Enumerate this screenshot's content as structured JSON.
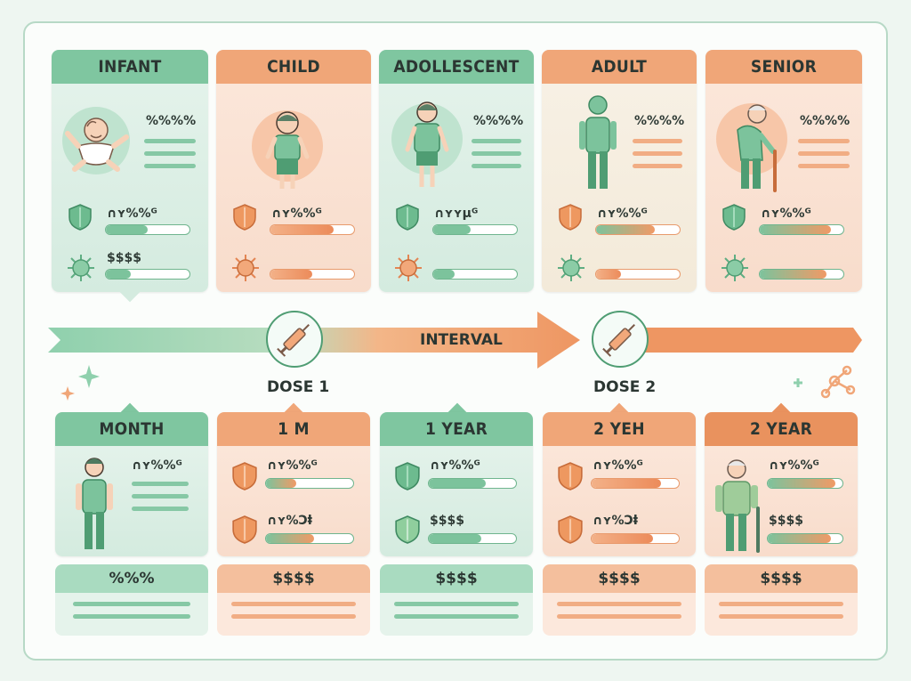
{
  "top_cards": [
    {
      "title": "INFANT",
      "heading": "%%%%",
      "row1_label": "∩ʏ%%ᴳ",
      "row2_label": "$$$$",
      "bar1": 0.5,
      "bar2": 0.3
    },
    {
      "title": "CHILD",
      "heading": "",
      "row1_label": "∩ʏ%%ᴳ",
      "row2_label": "",
      "bar1": 0.75,
      "bar2": 0.5
    },
    {
      "title": "ADOLLESCENT",
      "heading": "%%%%",
      "row1_label": "∩ʏʏµᴳ",
      "row2_label": "",
      "bar1": 0.45,
      "bar2": 0.25
    },
    {
      "title": "ADULT",
      "heading": "%%%%",
      "row1_label": "∩ʏ%%ᴳ",
      "row2_label": "",
      "bar1": 0.7,
      "bar2": 0.3
    },
    {
      "title": "SENIOR",
      "heading": "%%%%",
      "row1_label": "∩ʏ%%ᴳ",
      "row2_label": "",
      "bar1": 0.85,
      "bar2": 0.8
    }
  ],
  "timeline": {
    "interval_label": "INTERVAL",
    "dose1_label": "DOSE 1",
    "dose2_label": "DOSE 2"
  },
  "bottom_cards": [
    {
      "title": "MONTH",
      "row1_label": "∩ʏ%%ᴳ",
      "row2_label": "",
      "note_title": "%%%",
      "bar1": 0,
      "bar2": 0
    },
    {
      "title": "1 M",
      "row1_label": "∩ʏ%%ᴳ",
      "row2_label": "∩ʏ%Ɔⱡ",
      "note_title": "$$$$",
      "bar1": 0.35,
      "bar2": 0.55
    },
    {
      "title": "1 YEAR",
      "row1_label": "∩ʏ%%ᴳ",
      "row2_label": "$$$$",
      "note_title": "$$$$",
      "bar1": 0.65,
      "bar2": 0.6
    },
    {
      "title": "2 YEH",
      "row1_label": "∩ʏ%%ᴳ",
      "row2_label": "∩ʏ%Ɔⱡ",
      "note_title": "$$$$",
      "bar1": 0.8,
      "bar2": 0.7
    },
    {
      "title": "2 YEAR",
      "row1_label": "∩ʏ%%ᴳ",
      "row2_label": "$$$$",
      "note_title": "$$$$",
      "bar1": 0.9,
      "bar2": 0.85
    }
  ],
  "colors": {
    "green": "#7fc6a0",
    "orange": "#f0a678",
    "frame": "#b7d9c6"
  }
}
